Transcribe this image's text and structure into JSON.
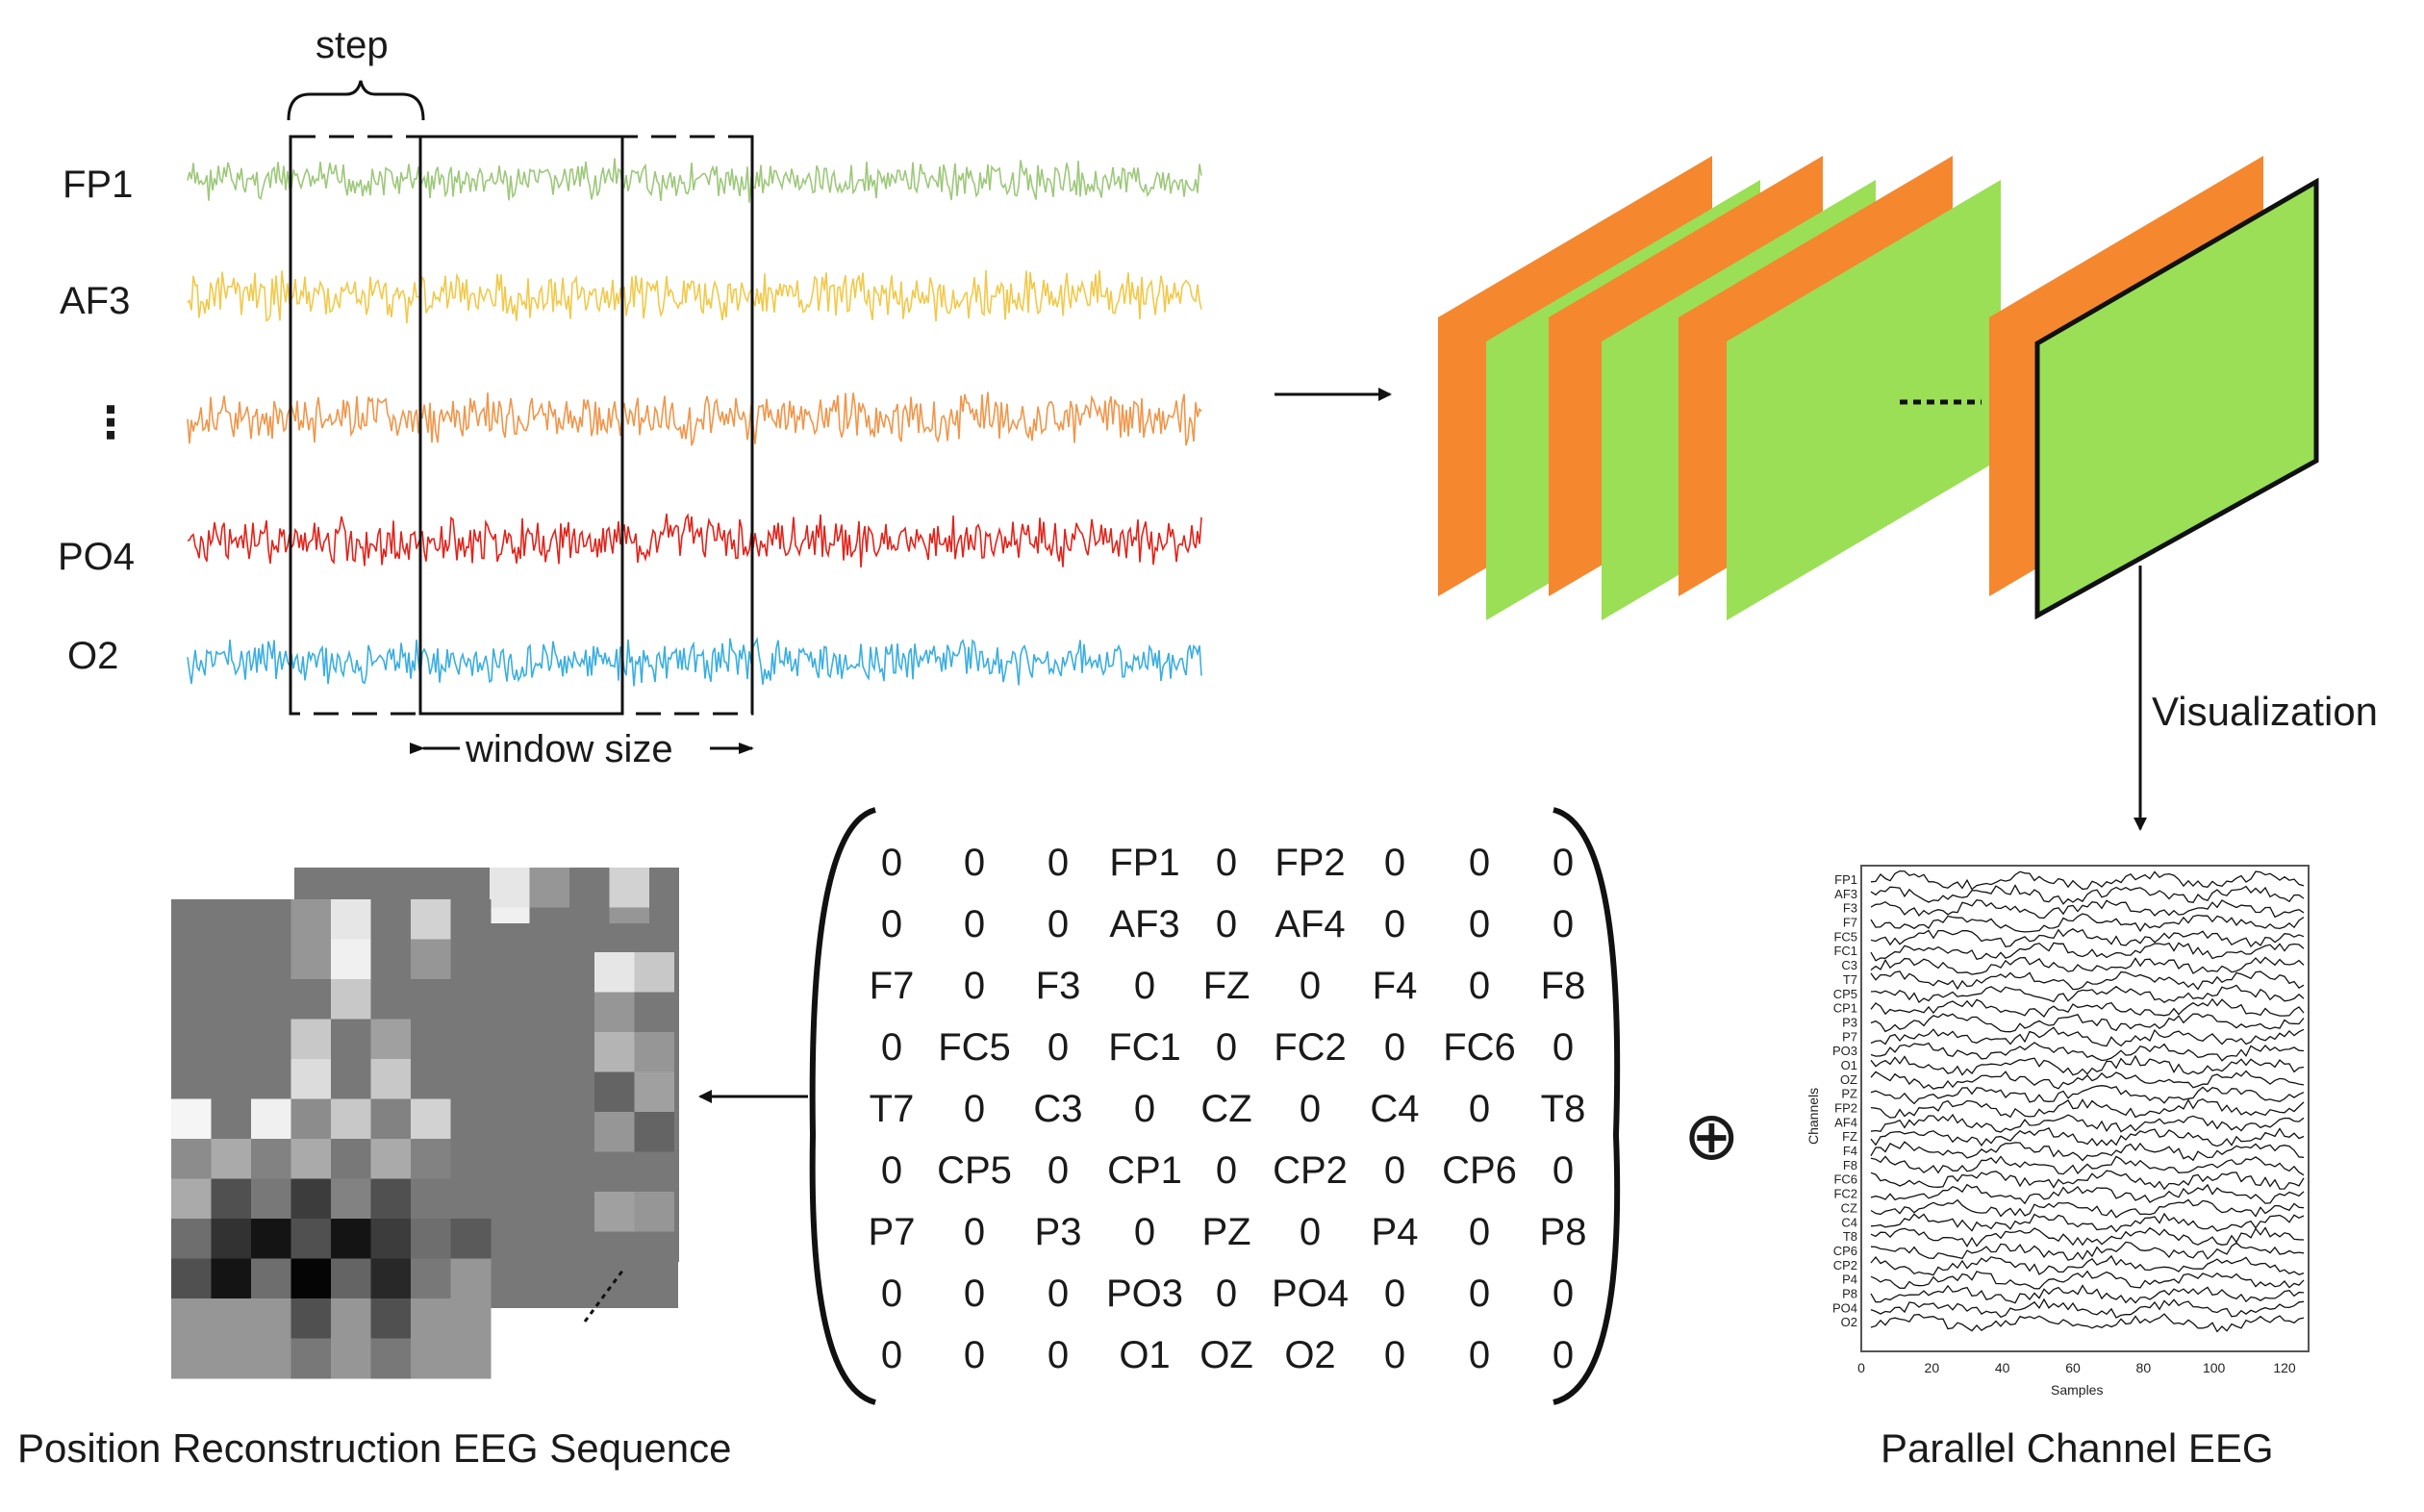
{
  "eeg_channels": {
    "labels": [
      "FP1",
      "AF3",
      "⋮",
      "PO4",
      "O2"
    ],
    "colors": [
      "#9dc87a",
      "#f1c94a",
      "#f0964a",
      "#e2231a",
      "#3aaee0"
    ]
  },
  "window": {
    "step_label": "step",
    "window_size_label": "window size"
  },
  "stack": {
    "colors": {
      "orange": "#f5872f",
      "green": "#9adf55"
    }
  },
  "visualization_label": "Visualization",
  "parallel_plot": {
    "caption": "Parallel Channel EEG",
    "xlabel": "Samples",
    "ylabel": "Channels",
    "x_ticks": [
      "0",
      "20",
      "40",
      "60",
      "80",
      "100",
      "120"
    ],
    "channel_ticks": [
      "FP1",
      "AF3",
      "F3",
      "F7",
      "FC5",
      "FC1",
      "C3",
      "T7",
      "CP5",
      "CP1",
      "P3",
      "P7",
      "PO3",
      "O1",
      "OZ",
      "PZ",
      "FP2",
      "AF4",
      "FZ",
      "F4",
      "F8",
      "FC6",
      "FC2",
      "CZ",
      "C4",
      "T8",
      "CP6",
      "CP2",
      "P4",
      "P8",
      "PO4",
      "O2"
    ]
  },
  "oplus_symbol": "⊕",
  "matrix": {
    "rows": [
      [
        "0",
        "0",
        "0",
        "FP1",
        "0",
        "FP2",
        "0",
        "0",
        "0"
      ],
      [
        "0",
        "0",
        "0",
        "AF3",
        "0",
        "AF4",
        "0",
        "0",
        "0"
      ],
      [
        "F7",
        "0",
        "F3",
        "0",
        "FZ",
        "0",
        "F4",
        "0",
        "F8"
      ],
      [
        "0",
        "FC5",
        "0",
        "FC1",
        "0",
        "FC2",
        "0",
        "FC6",
        "0"
      ],
      [
        "T7",
        "0",
        "C3",
        "0",
        "CZ",
        "0",
        "C4",
        "0",
        "T8"
      ],
      [
        "0",
        "CP5",
        "0",
        "CP1",
        "0",
        "CP2",
        "0",
        "CP6",
        "0"
      ],
      [
        "P7",
        "0",
        "P3",
        "0",
        "PZ",
        "0",
        "P4",
        "0",
        "P8"
      ],
      [
        "0",
        "0",
        "0",
        "PO3",
        "0",
        "PO4",
        "0",
        "0",
        "0"
      ],
      [
        "0",
        "0",
        "0",
        "O1",
        "OZ",
        "O2",
        "0",
        "0",
        "0"
      ]
    ]
  },
  "position_sequence": {
    "caption": "Position Reconstruction EEG Sequence",
    "front_grid": [
      [
        120,
        120,
        120,
        150,
        230,
        120,
        210,
        120
      ],
      [
        120,
        120,
        120,
        150,
        240,
        120,
        150,
        120
      ],
      [
        120,
        120,
        120,
        120,
        200,
        120,
        120,
        120
      ],
      [
        120,
        120,
        120,
        200,
        120,
        160,
        120,
        120
      ],
      [
        120,
        120,
        120,
        220,
        120,
        200,
        120,
        120
      ],
      [
        245,
        120,
        240,
        140,
        200,
        130,
        210,
        120
      ],
      [
        140,
        170,
        130,
        170,
        120,
        170,
        130,
        120
      ],
      [
        170,
        80,
        120,
        60,
        130,
        80,
        120,
        120
      ],
      [
        110,
        50,
        20,
        80,
        20,
        60,
        110,
        90
      ],
      [
        80,
        20,
        110,
        5,
        100,
        40,
        120,
        150
      ],
      [
        150,
        150,
        150,
        80,
        150,
        80,
        150,
        150
      ],
      [
        150,
        150,
        150,
        120,
        150,
        120,
        150,
        150
      ]
    ],
    "back_grid_right": [
      [
        230,
        200
      ],
      [
        150,
        120
      ],
      [
        180,
        150
      ],
      [
        100,
        160
      ],
      [
        150,
        100
      ],
      [
        120,
        120
      ],
      [
        160,
        150
      ]
    ]
  }
}
